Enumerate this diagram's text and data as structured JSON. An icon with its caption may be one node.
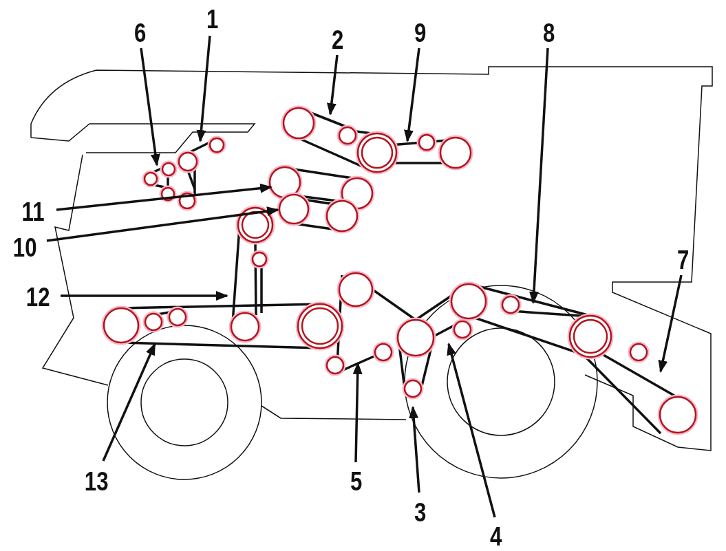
{
  "diagram": {
    "nodes": [
      {
        "text": [
          "1"
        ]
      },
      {
        "text": [
          "6"
        ]
      },
      {
        "text": [
          "2"
        ]
      },
      {
        "text": [
          "9"
        ]
      },
      {
        "text": [
          "8"
        ]
      },
      {
        "text": [
          "11"
        ]
      },
      {
        "text": [
          "10"
        ]
      },
      {
        "text": [
          "7"
        ]
      },
      {
        "text": [
          "12"
        ]
      },
      {
        "text": [
          "13"
        ]
      },
      {
        "text": [
          "5"
        ]
      },
      {
        "text": [
          "3"
        ]
      },
      {
        "text": [
          "4"
        ]
      }
    ],
    "edges": [
      {
        "from": 0,
        "to": null,
        "arrow": "to"
      },
      {
        "from": 1,
        "to": null,
        "arrow": "to"
      },
      {
        "from": 2,
        "to": null,
        "arrow": "to"
      },
      {
        "from": 3,
        "to": null,
        "arrow": "to"
      },
      {
        "from": 4,
        "to": null,
        "arrow": "to"
      },
      {
        "from": 5,
        "to": null,
        "arrow": "to"
      },
      {
        "from": 6,
        "to": null,
        "arrow": "to"
      },
      {
        "from": 7,
        "to": null,
        "arrow": "to"
      },
      {
        "from": 8,
        "to": null,
        "arrow": "to"
      },
      {
        "from": 9,
        "to": null,
        "arrow": "to"
      },
      {
        "from": 10,
        "to": null,
        "arrow": "to"
      },
      {
        "from": 11,
        "to": null,
        "arrow": "to"
      },
      {
        "from": 12,
        "to": null,
        "arrow": "to"
      }
    ]
  }
}
